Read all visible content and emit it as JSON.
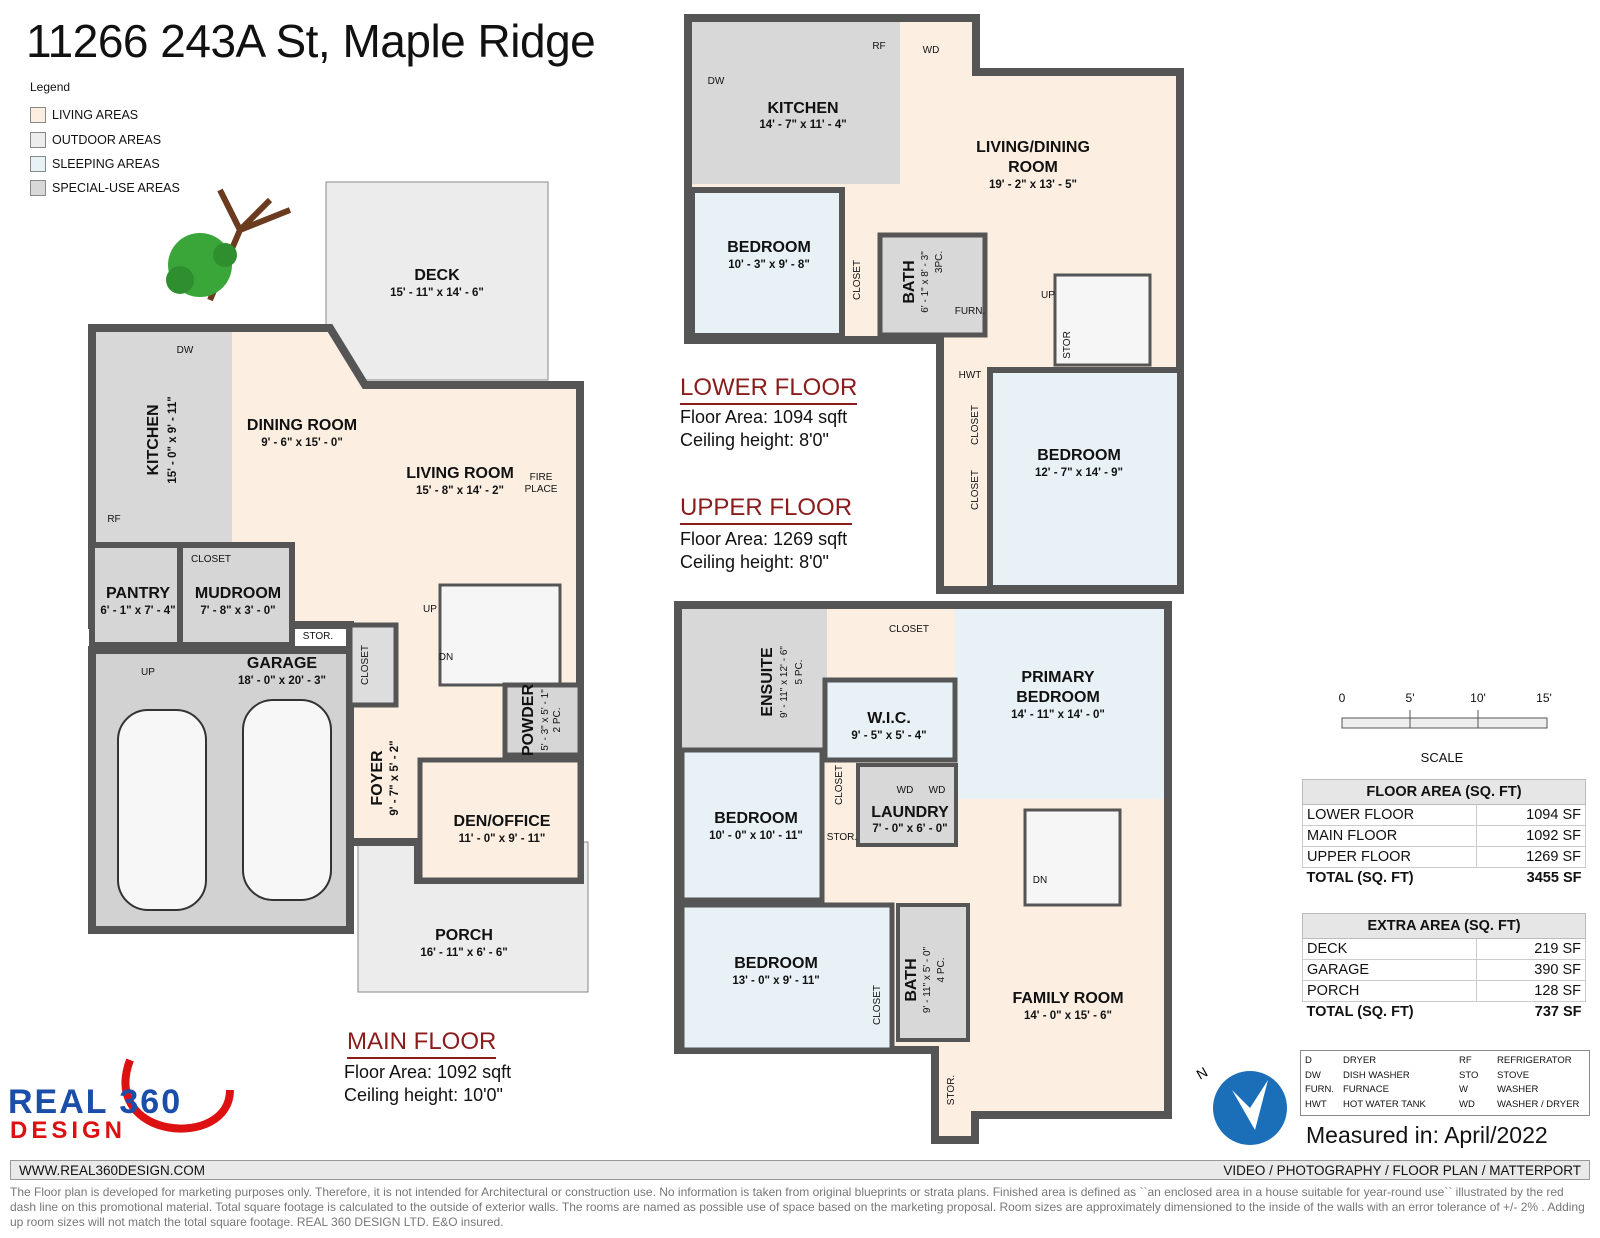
{
  "title": "11266 243A St, Maple Ridge",
  "legend": {
    "heading": "Legend",
    "items": [
      {
        "label": "LIVING AREAS",
        "color": "#fcefe2"
      },
      {
        "label": "OUTDOOR AREAS",
        "color": "#ededed"
      },
      {
        "label": "SLEEPING AREAS",
        "color": "#e8f2f6"
      },
      {
        "label": "SPECIAL-USE AREAS",
        "color": "#d8d8d8"
      }
    ]
  },
  "floors": {
    "main": {
      "heading": "MAIN FLOOR",
      "area": "Floor Area: 1092 sqft",
      "ceiling": "Ceiling height: 10'0\""
    },
    "lower": {
      "heading": "LOWER FLOOR",
      "area": "Floor Area: 1094 sqft",
      "ceiling": "Ceiling height: 8'0\""
    },
    "upper": {
      "heading": "UPPER FLOOR",
      "area": "Floor Area: 1269 sqft",
      "ceiling": "Ceiling height: 8'0\""
    }
  },
  "rooms": {
    "deck": {
      "name": "DECK",
      "dim": "15' - 11\" x 14' - 6\""
    },
    "dining": {
      "name": "DINING ROOM",
      "dim": "9' - 6\" x 15' - 0\""
    },
    "kitchen_main": {
      "name": "KITCHEN",
      "dim": "15' - 0\" x 9' - 11\""
    },
    "living": {
      "name": "LIVING ROOM",
      "dim": "15' - 8\" x 14' - 2\""
    },
    "fireplace": {
      "l1": "FIRE",
      "l2": "PLACE"
    },
    "pantry": {
      "name": "PANTRY",
      "dim": "6' - 1\" x 7' - 4\""
    },
    "mudroom": {
      "name": "MUDROOM",
      "dim": "7' - 8\" x 3' - 0\""
    },
    "garage": {
      "name": "GARAGE",
      "dim": "18' - 0\" x 20' - 3\""
    },
    "powder": {
      "name": "POWDER",
      "dim": "5' - 3\" x 5' - 1\"",
      "extra": "2 PC."
    },
    "foyer": {
      "name": "FOYER",
      "dim": "9' - 7\" x 5' - 2\""
    },
    "den": {
      "name": "DEN/OFFICE",
      "dim": "11' - 0\" x 9' - 11\""
    },
    "porch": {
      "name": "PORCH",
      "dim": "16' - 11\" x 6' - 6\""
    },
    "kitchen_lower": {
      "name": "KITCHEN",
      "dim": "14' - 7\" x 11' - 4\""
    },
    "livingdining": {
      "name1": "LIVING/DINING",
      "name2": "ROOM",
      "dim": "19' - 2\" x 13' - 5\""
    },
    "bedroom_lower1": {
      "name": "BEDROOM",
      "dim": "10' - 3\" x 9' - 8\""
    },
    "bath_lower": {
      "name": "BATH",
      "dim": "6' - 1\" x 8' - 3\"",
      "extra": "3PC."
    },
    "bedroom_lower2": {
      "name": "BEDROOM",
      "dim": "12' - 7\" x 14' - 9\""
    },
    "ensuite": {
      "name": "ENSUITE",
      "dim": "9' - 11\" x 12' - 6\"",
      "extra": "5 PC."
    },
    "wic": {
      "name": "W.I.C.",
      "dim": "9' - 5\" x 5' - 4\""
    },
    "primary": {
      "name1": "PRIMARY",
      "name2": "BEDROOM",
      "dim": "14' - 11\" x 14' - 0\""
    },
    "bedroom_up1": {
      "name": "BEDROOM",
      "dim": "10' - 0\" x 10' - 11\""
    },
    "laundry": {
      "name": "LAUNDRY",
      "dim": "7' - 0\" x 6' - 0\""
    },
    "bedroom_up2": {
      "name": "BEDROOM",
      "dim": "13' - 0\" x 9' - 11\""
    },
    "bath_up": {
      "name": "BATH",
      "dim": "9' - 11\" x 5' - 0\"",
      "extra": "4 PC."
    },
    "family": {
      "name": "FAMILY ROOM",
      "dim": "14' - 0\" x 15' - 6\""
    }
  },
  "fixtures": {
    "closet": "CLOSET",
    "stor": "STOR.",
    "stor_short": "STOR",
    "up": "UP",
    "dn": "DN",
    "dw": "DW",
    "rf": "RF",
    "wd": "WD",
    "furn": "FURN.",
    "hwt": "HWT"
  },
  "scale": {
    "ticks": [
      "0",
      "5'",
      "10'",
      "15'"
    ],
    "label": "SCALE"
  },
  "floor_area_table": {
    "heading": "FLOOR AREA (SQ. FT)",
    "rows": [
      {
        "label": "LOWER FLOOR",
        "value": "1094 SF"
      },
      {
        "label": "MAIN FLOOR",
        "value": "1092 SF"
      },
      {
        "label": "UPPER FLOOR",
        "value": "1269 SF"
      }
    ],
    "total_label": "TOTAL (SQ. FT)",
    "total_value": "3455 SF"
  },
  "extra_area_table": {
    "heading": "EXTRA AREA (SQ. FT)",
    "rows": [
      {
        "label": "DECK",
        "value": "219 SF"
      },
      {
        "label": "GARAGE",
        "value": "390 SF"
      },
      {
        "label": "PORCH",
        "value": "128 SF"
      }
    ],
    "total_label": "TOTAL (SQ. FT)",
    "total_value": "737 SF"
  },
  "abbreviations": [
    [
      "D",
      "DRYER",
      "RF",
      "REFRIGERATOR"
    ],
    [
      "DW",
      "DISH WASHER",
      "STO",
      "STOVE"
    ],
    [
      "FURN.",
      "FURNACE",
      "W",
      "WASHER"
    ],
    [
      "HWT",
      "HOT WATER TANK",
      "WD",
      "WASHER / DRYER"
    ]
  ],
  "compass": "N",
  "measured": "Measured in: April/2022",
  "logo": {
    "line1": "REAL 360",
    "line2": "DESIGN"
  },
  "footer": {
    "website": "WWW.REAL360DESIGN.COM",
    "services": "VIDEO / PHOTOGRAPHY / FLOOR PLAN / MATTERPORT",
    "disclaimer": "The Floor plan is developed for marketing purposes only. Therefore, it is not intended for Architectural or construction use. No information is taken from original blueprints or strata plans. Finished area is defined as ``an enclosed area in a house suitable for year-round use`` illustrated by the red dash line on this promotional material. Total square footage is calculated to the outside of exterior walls. The rooms are named as possible use of space based on the marketing proposal. Room sizes are approximately dimensioned to the inside of the walls with an error tolerance of +/- 2% . Adding up room sizes will not match the total square footage. REAL 360 DESIGN LTD.  E&O insured."
  }
}
